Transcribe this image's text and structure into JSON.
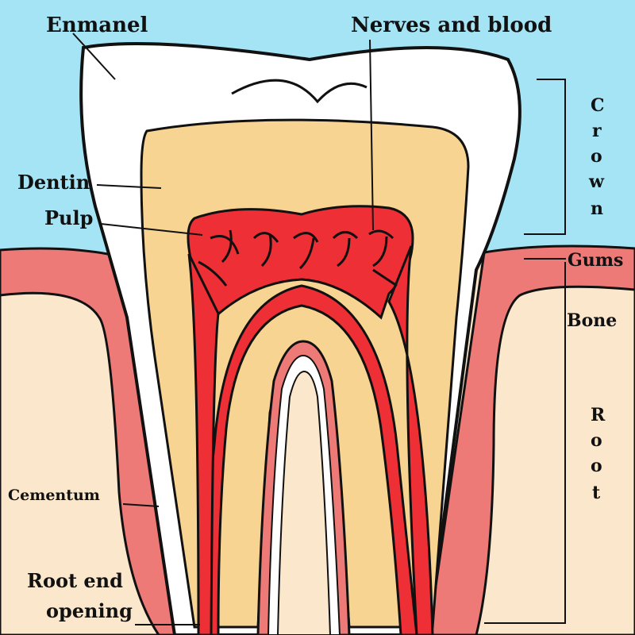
{
  "labels": {
    "enamel": "Enmanel",
    "nerves": "Nerves and blood",
    "dentin": "Dentin",
    "pulp": "Pulp",
    "gums": "Gums",
    "bone": "Bone",
    "cementum": "Cementum",
    "root_end_line1": "Root end",
    "root_end_line2": "opening"
  },
  "brackets": {
    "crown_letters": [
      "C",
      "r",
      "o",
      "w",
      "n"
    ],
    "root_letters": [
      "R",
      "o",
      "o",
      "t"
    ]
  },
  "colors": {
    "sky": "#a5e4f5",
    "gum": "#ee7a78",
    "gum_dark": "#d75b5c",
    "bone": "#fbe7cc",
    "dentin": "#f8d492",
    "enamel": "#ffffff",
    "pulp": "#ee2f36",
    "outline": "#111111"
  }
}
